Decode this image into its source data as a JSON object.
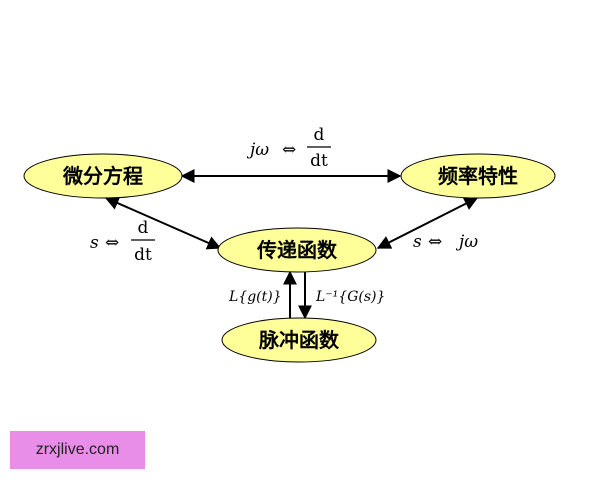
{
  "nodes": {
    "differential_equation": "微分方程",
    "frequency_response": "频率特性",
    "transfer_function": "传递函数",
    "impulse_function": "脉冲函数"
  },
  "edges": {
    "top": {
      "lhs": "jω",
      "rel": "⇔",
      "num": "d",
      "den": "dt"
    },
    "left": {
      "lhs": "s",
      "rel": "⇔",
      "num": "d",
      "den": "dt"
    },
    "right": {
      "lhs": "s",
      "rel": "⇔",
      "rhs": "jω"
    },
    "down": "L{g(t)}",
    "up": "L⁻¹{G(s)}"
  },
  "watermark": "zrxjlive.com",
  "colors": {
    "node_fill": "#ffff99",
    "node_stroke": "#000000",
    "watermark_bg": "#e88ee8"
  }
}
